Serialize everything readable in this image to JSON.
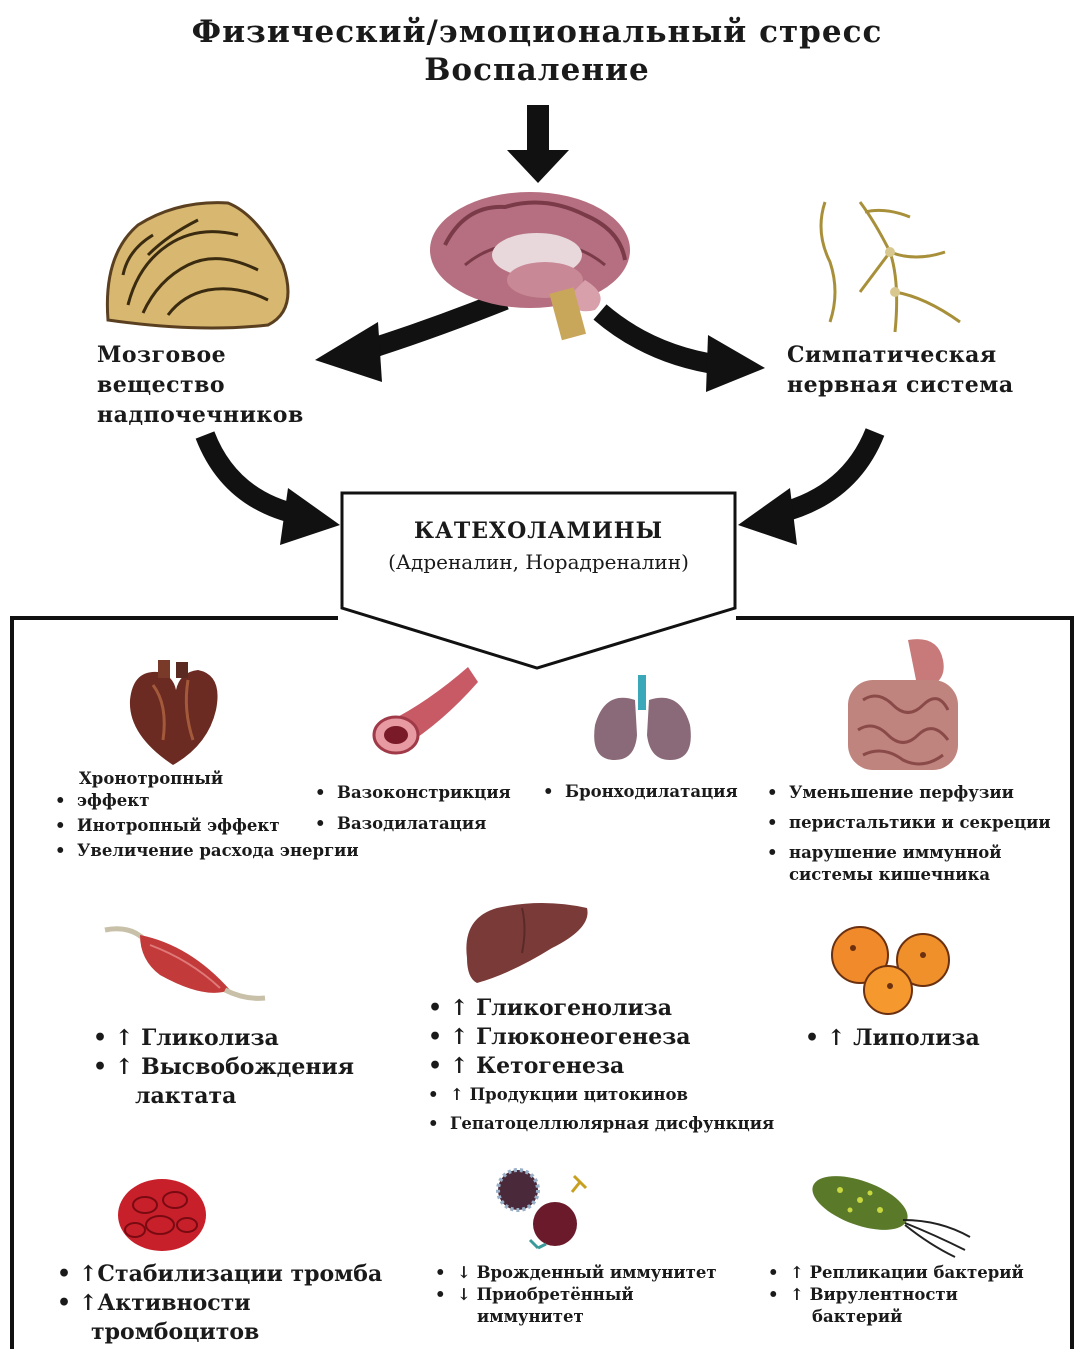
{
  "header": {
    "line1": "Физический/эмоциональный стресс",
    "line2": "Воспаление"
  },
  "sources": {
    "adrenal_label": [
      "Мозговое",
      "вещество",
      "надпочечников"
    ],
    "sympathetic_label": [
      "Симпатическая",
      "нервная система"
    ]
  },
  "catecholamines": {
    "title": "КАТЕХОЛАМИНЫ",
    "subtitle": "(Адреналин, Норадреналин)"
  },
  "effects": {
    "heart": {
      "items": [
        "Хронотропный",
        "эффект",
        "Инотропный эффект",
        "Увеличение расхода энергии"
      ]
    },
    "vessel": {
      "items": [
        "Вазоконстрикция",
        "Вазодилатация"
      ]
    },
    "lungs": {
      "items": [
        "Бронходилатация"
      ]
    },
    "gut": {
      "items": [
        "Уменьшение перфузии",
        "перистальтики и секреции",
        "нарушение иммунной",
        "системы кишечника"
      ]
    },
    "muscle": {
      "items": [
        "↑ Гликолиза",
        "↑ Высвобождения",
        "лактата"
      ]
    },
    "liver": {
      "items": [
        "↑ Гликогенолиза",
        "↑ Глюконеогенеза",
        "↑ Кетогенеза",
        "↑ Продукции цитокинов",
        "Гепатоцеллюлярная дисфункция"
      ]
    },
    "fat": {
      "items": [
        "↑ Липолиза"
      ]
    },
    "clot": {
      "items": [
        "↑Стабилизации тромба",
        "↑Активности",
        "тромбоцитов"
      ]
    },
    "immune": {
      "items": [
        "↓ Врожденный иммунитет",
        "↓ Приобретённый",
        "иммунитет"
      ]
    },
    "bacteria": {
      "items": [
        "↑ Репликации бактерий",
        "↑ Вирулентности",
        "бактерий"
      ]
    }
  },
  "icons": {
    "heart": "heart-icon",
    "vessel": "blood-vessel-icon",
    "lungs": "lungs-icon",
    "gut": "intestines-icon",
    "muscle": "muscle-icon",
    "liver": "liver-icon",
    "fat": "fat-cells-icon",
    "clot": "blood-clot-icon",
    "immune": "immune-cells-icon",
    "bacteria": "bacterium-icon",
    "brain": "brain-icon",
    "adrenal": "adrenal-medulla-icon",
    "nerve": "sympathetic-nerve-icon"
  },
  "colors": {
    "arrow": "#111111",
    "brain": "#b06a7a",
    "heart": "#6b2a22",
    "vessel": "#c85a66",
    "lungs": "#8a6a78",
    "gut": "#c0847e",
    "muscle": "#c23a3a",
    "liver": "#7a3a38",
    "fat": "#f08a2a",
    "clot": "#c8202a",
    "adrenal": "#c9a24a"
  }
}
